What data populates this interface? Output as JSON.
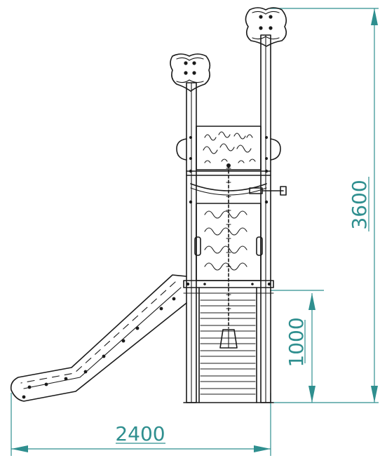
{
  "dimensions": {
    "width_label": "2400",
    "height_label": "3600",
    "platform_height_label": "1000"
  },
  "colors": {
    "line": "#1a1a1a",
    "dimension": "#2f8f8f",
    "background": "#ffffff"
  }
}
